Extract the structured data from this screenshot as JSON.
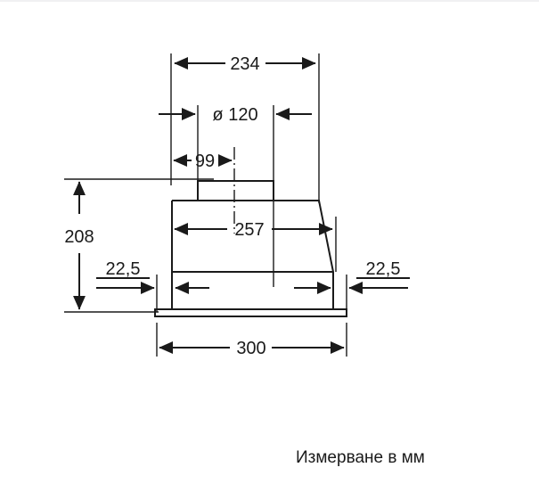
{
  "drawing": {
    "kind": "technical-dimension-drawing",
    "subject": "built-in cooker hood front/section view",
    "units_caption": "Измерване в мм",
    "line_color": "#1a1a1a",
    "background_color": "#ffffff",
    "text_color": "#1a1a1a"
  },
  "dimensions": {
    "top_width": "234",
    "duct_diameter": "ø 120",
    "duct_offset": "99",
    "body_height": "208",
    "body_width": "257",
    "left_inset": "22,5",
    "right_inset": "22,5",
    "overall_width": "300"
  },
  "chart_data": {
    "type": "table",
    "title": "Измерване в мм",
    "categories": [
      "234",
      "ø 120",
      "99",
      "208",
      "257",
      "22,5",
      "22,5",
      "300"
    ],
    "values": [
      234,
      120,
      99,
      208,
      257,
      22.5,
      22.5,
      300
    ],
    "xlabel": "",
    "ylabel": "mm"
  }
}
